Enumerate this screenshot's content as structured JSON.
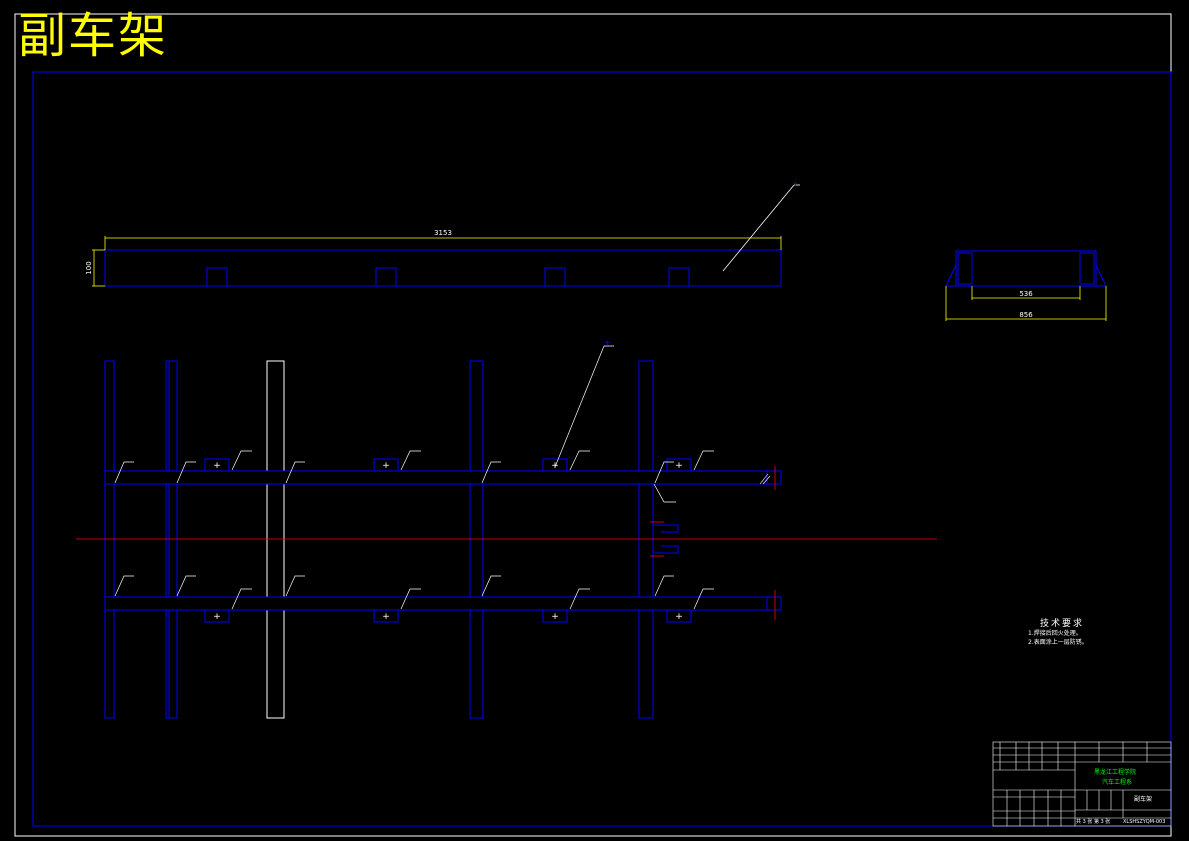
{
  "title": "副车架",
  "dimensions": {
    "length": "3153",
    "height": "100",
    "inner_width": "536",
    "outer_width": "856"
  },
  "tech_notes": {
    "heading": "技术要求",
    "items": [
      "1.焊接后回火处理。",
      "2.表面涂上一层防锈。"
    ]
  },
  "title_block": {
    "school": "黑龙江工程学院",
    "department": "汽车工程系",
    "part_name": "副车架",
    "drawing_number": "XLSHSZYQM-003",
    "scale_text": "共 3 张 第 3 张"
  },
  "colors": {
    "background": "#000000",
    "outline": "#0000ff",
    "dimension": "#ffff00",
    "centerline": "#ff0000",
    "text": "#ffffff",
    "title_block_text": "#00ff00"
  }
}
